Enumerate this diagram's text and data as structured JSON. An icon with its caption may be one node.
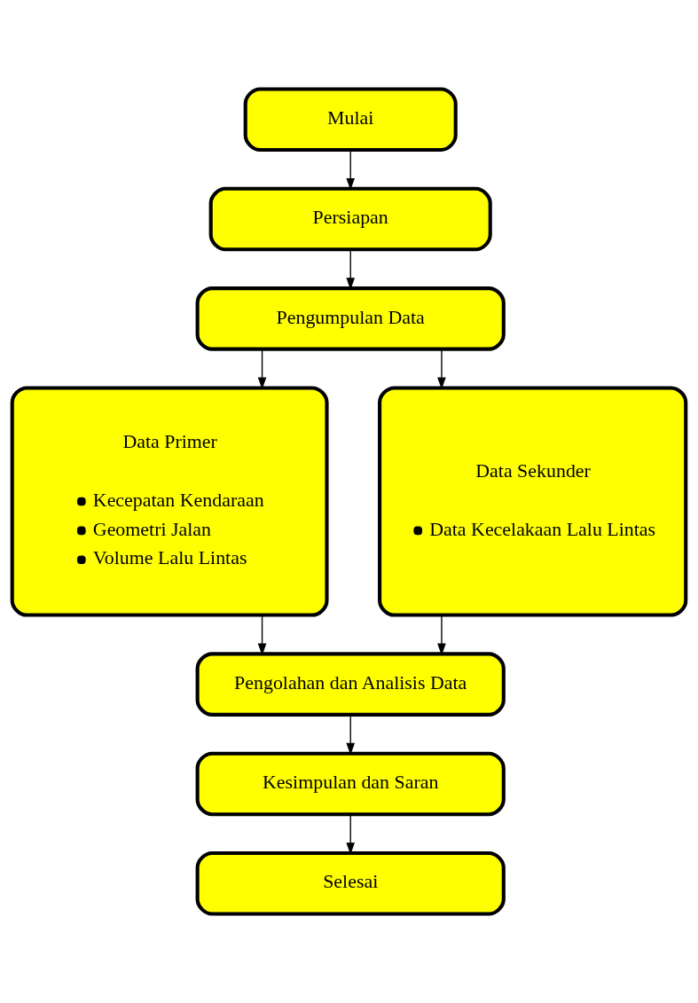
{
  "diagram": {
    "nodes": [
      {
        "text": [
          "Mulai"
        ]
      },
      {
        "text": [
          "Persiapan"
        ]
      },
      {
        "text": [
          "Pengumpulan Data"
        ]
      },
      {
        "text": [
          "Data Primer",
          "Kecepatan Kendaraan",
          "Geometri Jalan",
          "Volume Lalu Lintas"
        ]
      },
      {
        "text": [
          "Data Sekunder",
          "Data Kecelakaan Lalu Lintas"
        ]
      },
      {
        "text": [
          "Pengolahan dan Analisis Data"
        ]
      },
      {
        "text": [
          "Kesimpulan dan Saran"
        ]
      },
      {
        "text": [
          "Selesai"
        ]
      }
    ],
    "edges": [
      {
        "from": 0,
        "to": 1,
        "arrow": "to"
      },
      {
        "from": 1,
        "to": 2,
        "arrow": "to"
      },
      {
        "from": 2,
        "to": 3,
        "arrow": "to"
      },
      {
        "from": 2,
        "to": 4,
        "arrow": "to"
      },
      {
        "from": 3,
        "to": 5,
        "arrow": "to"
      },
      {
        "from": 4,
        "to": 5,
        "arrow": "to"
      },
      {
        "from": 5,
        "to": 6,
        "arrow": "to"
      },
      {
        "from": 6,
        "to": 7,
        "arrow": "to"
      }
    ]
  }
}
